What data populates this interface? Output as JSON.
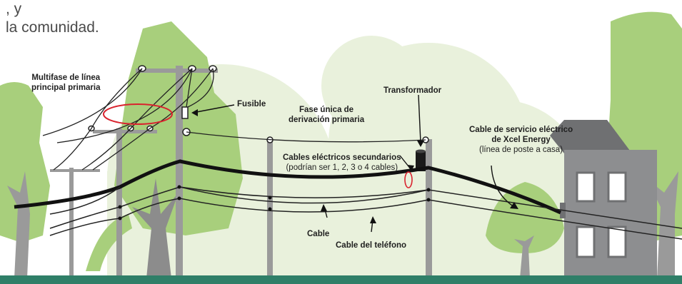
{
  "intro": {
    "line1": ", y                                                 ",
    "line2": "la comunidad."
  },
  "labels": {
    "multifase_1": "Multifase de línea",
    "multifase_2": "principal primaria",
    "fusible": "Fusible",
    "transformador": "Transformador",
    "fase_unica_1": "Fase única de",
    "fase_unica_2": "derivación primaria",
    "secundarios_1": "Cables eléctricos secundarios",
    "secundarios_2": "(podrían ser 1, 2, 3 o 4 cables)",
    "servicio_1": "Cable de servicio eléctrico",
    "servicio_2": "de Xcel Energy",
    "servicio_3": "(línea de poste a casa)",
    "cable": "Cable",
    "telefono": "Cable del teléfono"
  },
  "colors": {
    "tree_green": "#a8cf7c",
    "cloud_green": "#e9f1dc",
    "pole_gray": "#9a9a9a",
    "house_gray": "#8d8e90",
    "ground_teal": "#2f7f68",
    "highlight_red": "#d9232e"
  }
}
